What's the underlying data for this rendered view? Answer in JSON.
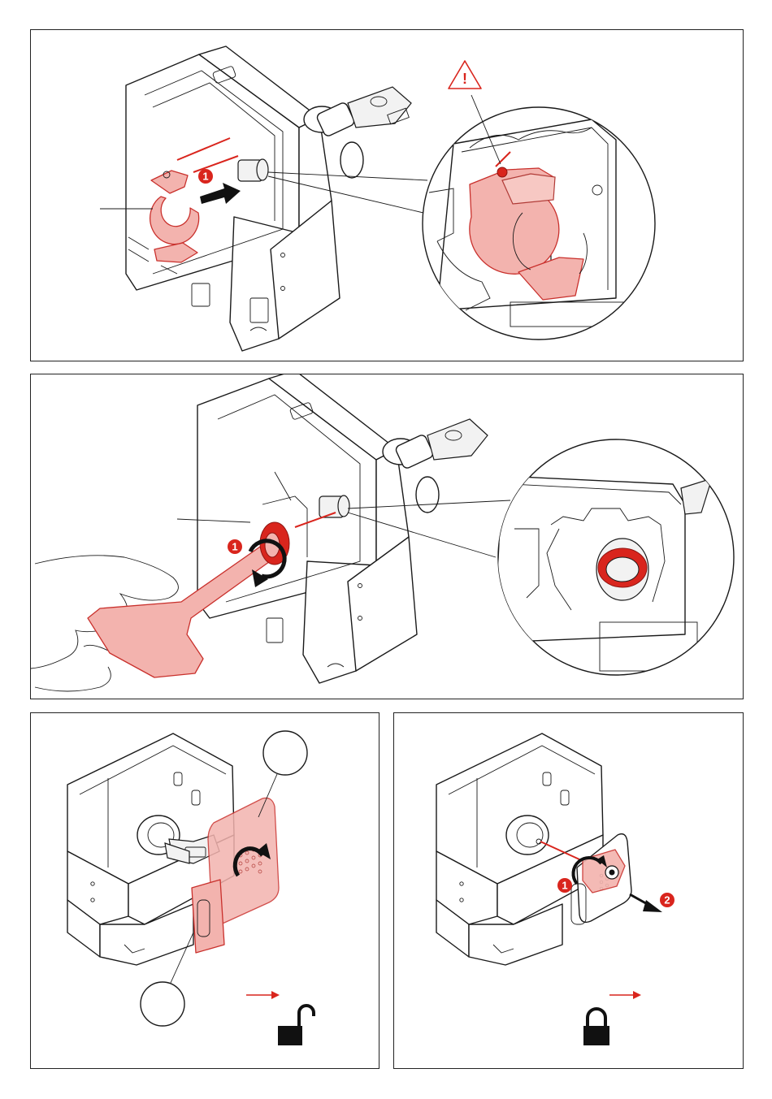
{
  "panels": [
    {
      "id": "panel-1",
      "step_badge": "1",
      "warning_symbol": "!"
    },
    {
      "id": "panel-2",
      "step_badge": "1"
    },
    {
      "id": "panel-3",
      "lock_state": "unlocked"
    },
    {
      "id": "panel-4",
      "step_badges": [
        "1",
        "2"
      ],
      "lock_state": "locked"
    }
  ],
  "icons": [
    "warning-triangle-icon",
    "push-arrow-icon",
    "rotate-arrow-icon",
    "padlock-open-icon",
    "padlock-closed-icon",
    "pull-arrow-icon"
  ],
  "colors": {
    "accent": "#d9251d",
    "highlight": "#f3b3ae",
    "line": "#1a1a1a"
  }
}
